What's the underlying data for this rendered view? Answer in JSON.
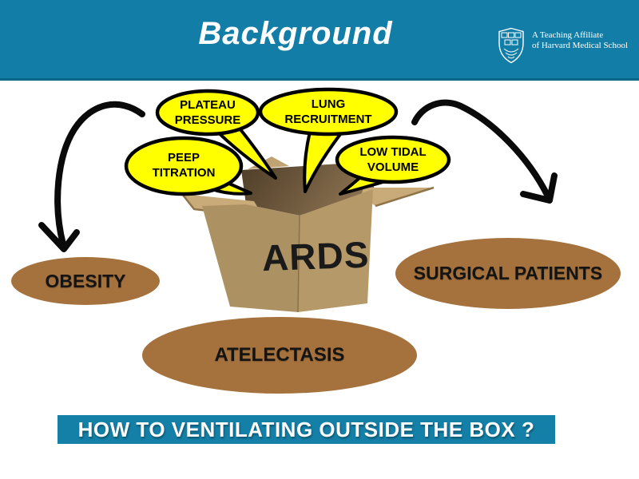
{
  "slide": {
    "title": "Background",
    "footer_question": "HOW TO VENTILATING OUTSIDE THE BOX ?"
  },
  "logo": {
    "line1": "A Teaching Affiliate",
    "line2": "of Harvard Medical School"
  },
  "diagram": {
    "box_label": "ARDS",
    "bubbles": [
      {
        "line1": "PLATEAU",
        "line2": "PRESSURE"
      },
      {
        "line1": "LUNG",
        "line2": "RECRUITMENT"
      },
      {
        "line1": "PEEP",
        "line2": "TITRATION"
      },
      {
        "line1": "LOW TIDAL",
        "line2": "VOLUME"
      }
    ],
    "ellipses": [
      {
        "label": "OBESITY"
      },
      {
        "label": "SURGICAL PATIENTS"
      },
      {
        "label": "ATELECTASIS"
      }
    ],
    "colors": {
      "header_teal": "#127da6",
      "footer_teal": "#1480a8",
      "bubble_yellow": "#ffff00",
      "ellipse_brown": "#a5713c",
      "box_tan": "#b69969",
      "arrow_black": "#0a0a0a"
    }
  }
}
